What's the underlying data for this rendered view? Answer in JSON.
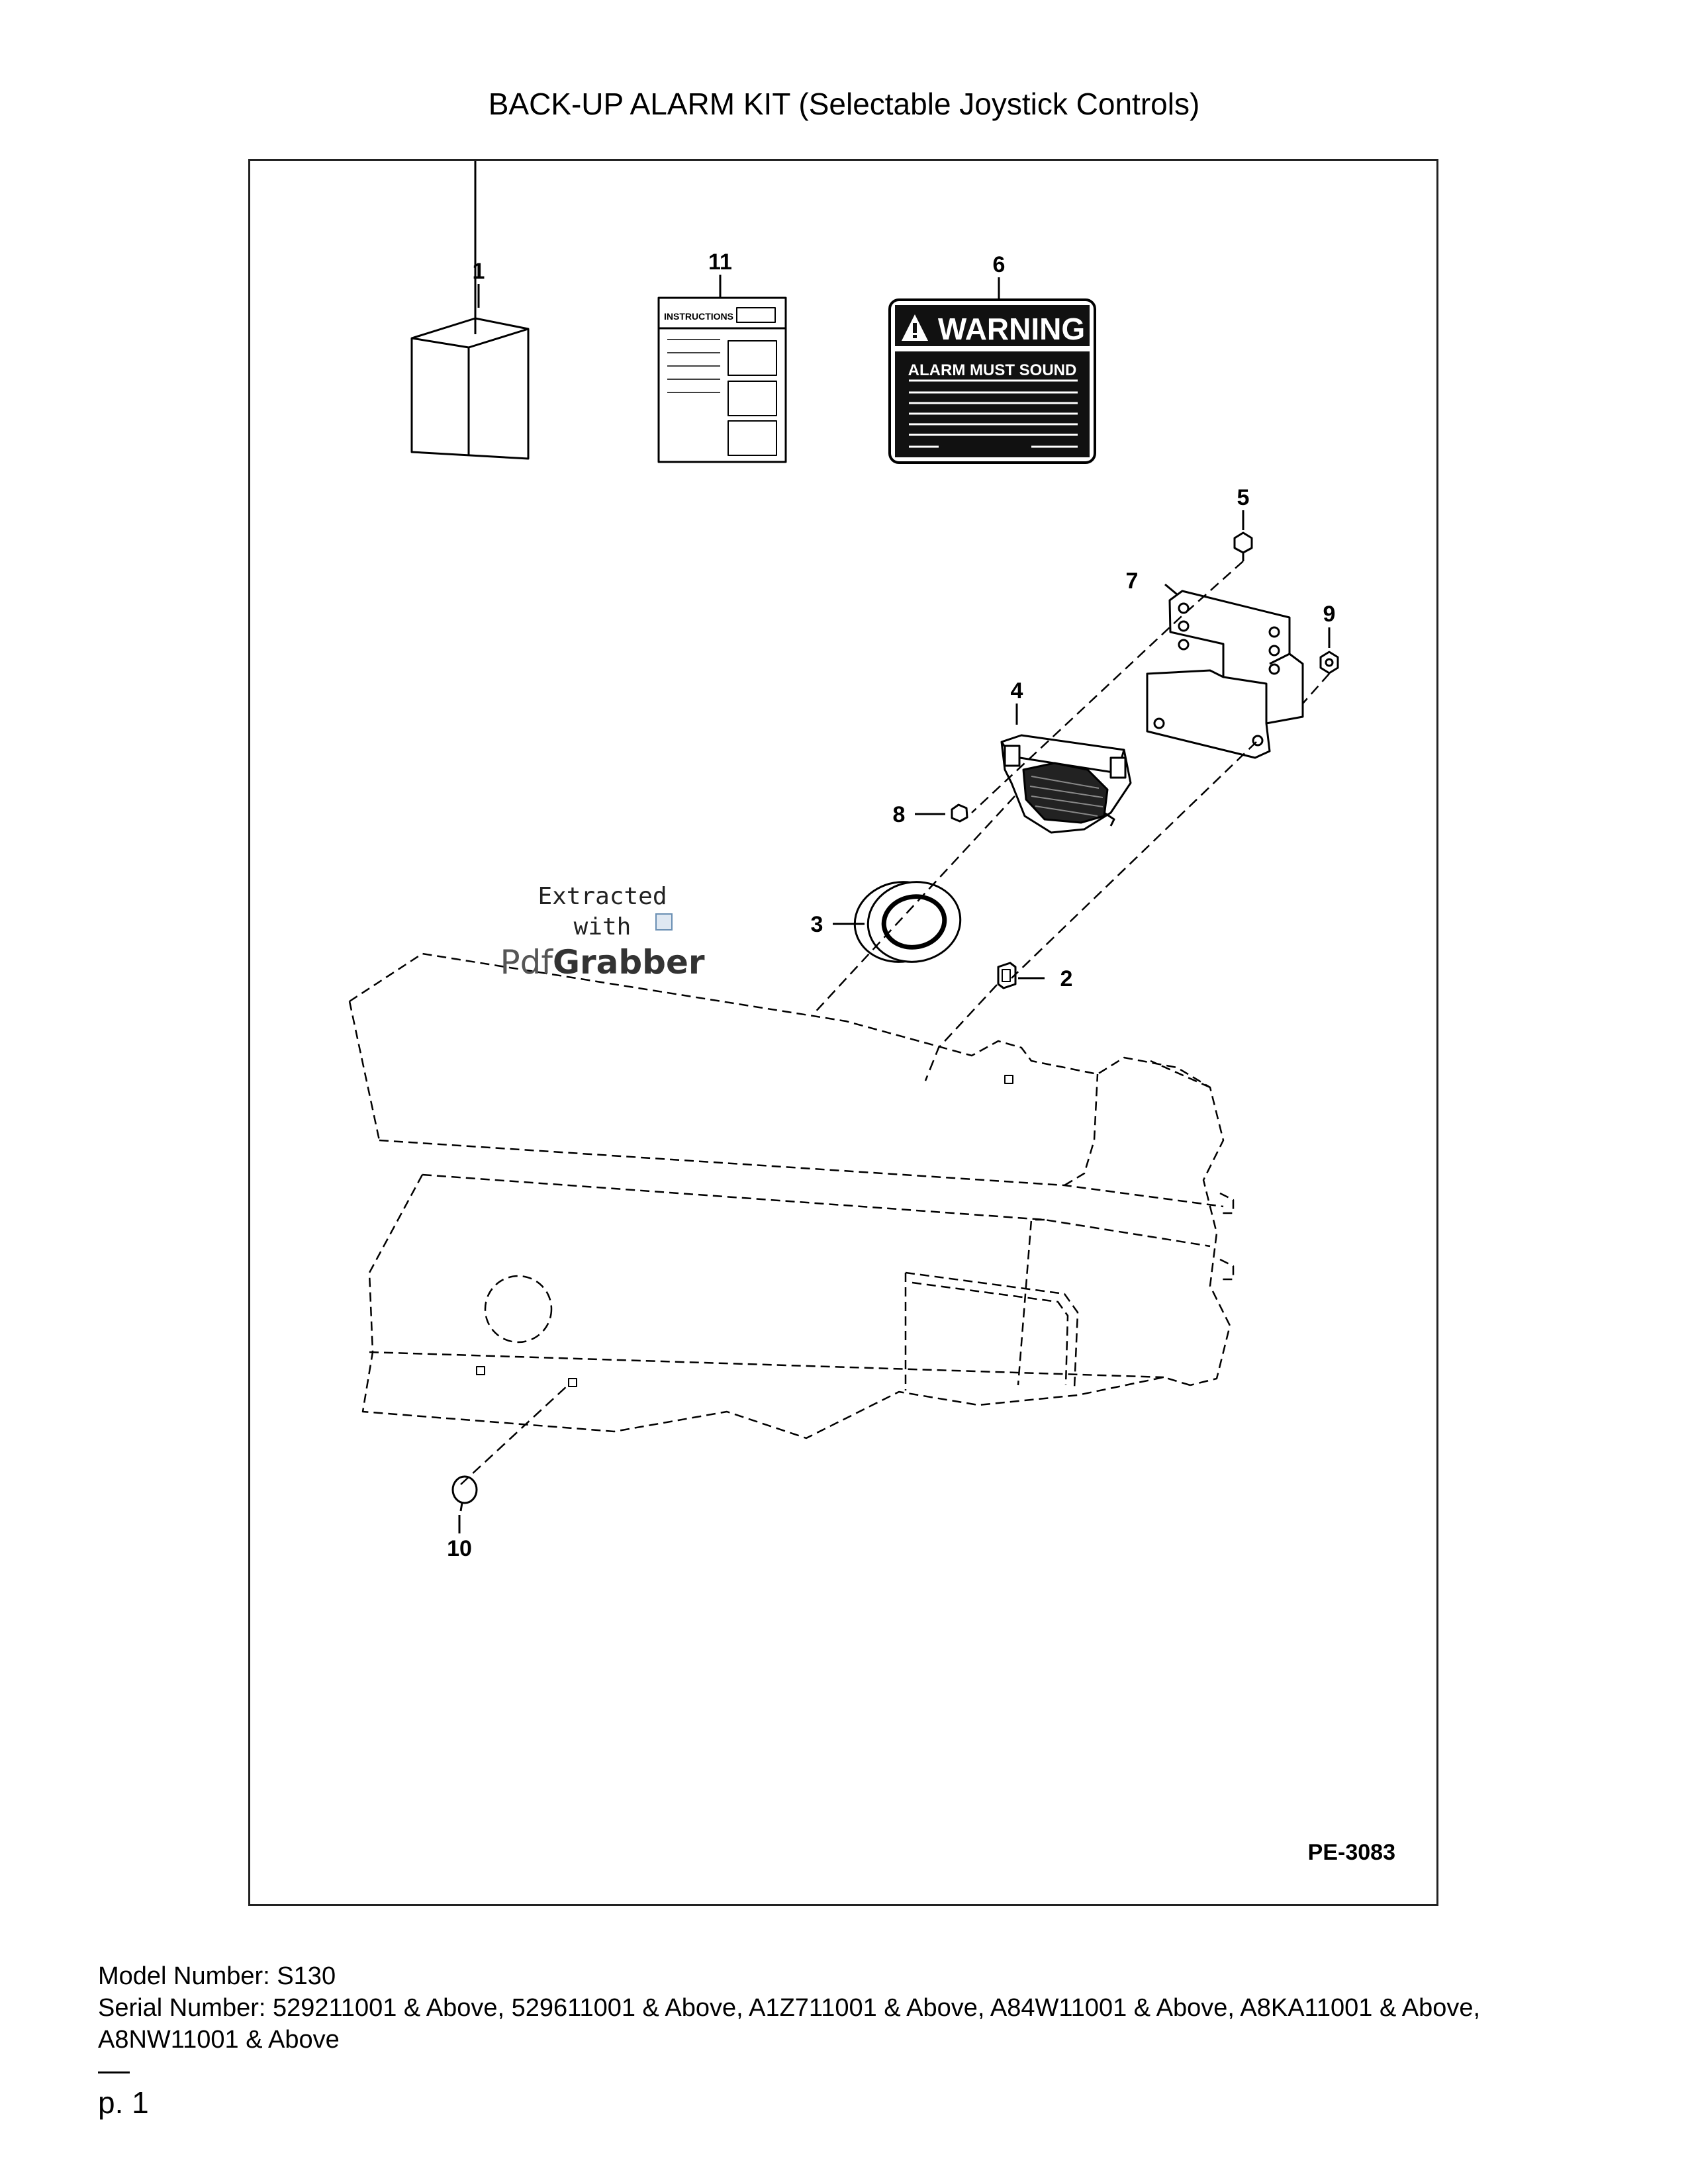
{
  "title": "BACK-UP ALARM KIT (Selectable Joystick Controls)",
  "figure": {
    "code": "PE-3083",
    "callouts": {
      "c1": "1",
      "c2": "2",
      "c3": "3",
      "c4": "4",
      "c5": "5",
      "c6": "6",
      "c7": "7",
      "c8": "8",
      "c9": "9",
      "c10": "10",
      "c11": "11"
    },
    "instruction_sheet": {
      "header": "INSTRUCTIONS"
    },
    "warning_decal": {
      "header": "WARNING",
      "subheader": "ALARM MUST SOUND"
    }
  },
  "watermark": {
    "line1": "Extracted",
    "line2": "with",
    "brand_light": "Pdf",
    "brand_dark": "Grabber"
  },
  "footer": {
    "model_label": "Model Number:",
    "model_value": "S130",
    "serial_label": "Serial Number:",
    "serial_value": "529211001 & Above, 529611001 & Above, A1Z711001 & Above, A84W11001 & Above, A8KA11001 & Above, A8NW11001 & Above"
  },
  "page": {
    "number": "p. 1"
  }
}
